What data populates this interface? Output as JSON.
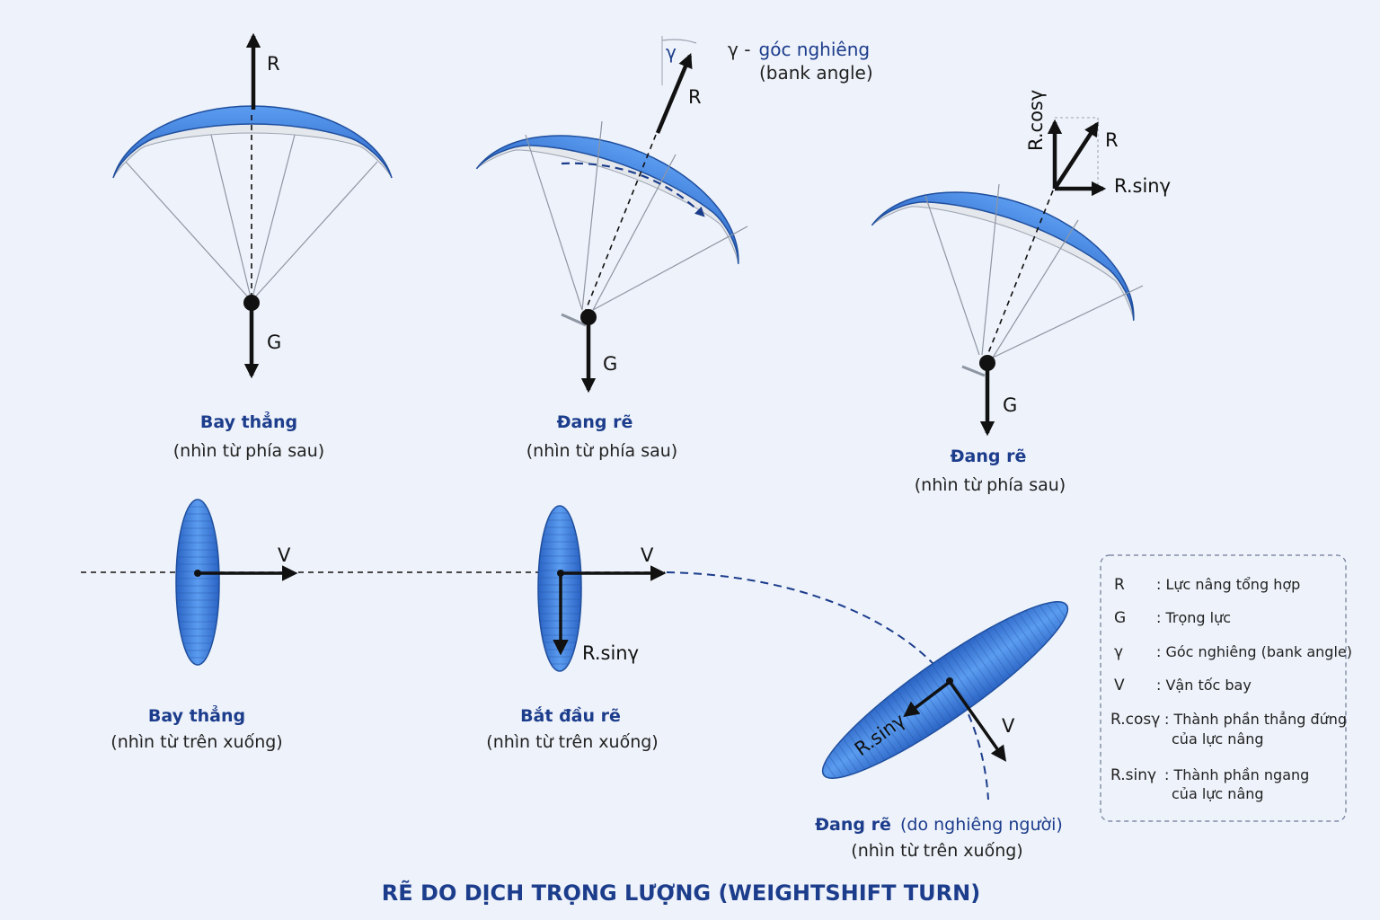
{
  "page": {
    "title": "RẼ DO DỊCH TRỌNG LƯỢNG (WEIGHTSHIFT TURN)"
  },
  "colors": {
    "background": "#eef2fa",
    "wing_blue": "#3a7bd5",
    "wing_dark": "#1f4f9e",
    "accent_navy": "#1c3d8c",
    "arrow": "#111111"
  },
  "labels": {
    "R": "R",
    "G": "G",
    "V": "V",
    "gamma": "γ",
    "r_sin": "R.sinγ",
    "r_cos": "R.cosγ"
  },
  "bank_note": {
    "symbol": "γ -",
    "name": "góc nghiêng",
    "english": "(bank angle)"
  },
  "captions": {
    "rear_1": {
      "title": "Bay thẳng",
      "sub": "(nhìn từ phía sau)"
    },
    "rear_2": {
      "title": "Đang rẽ",
      "sub": "(nhìn từ phía sau)"
    },
    "rear_3": {
      "title": "Đang rẽ",
      "sub": "(nhìn từ phía sau)"
    },
    "top_1": {
      "title": "Bay thẳng",
      "sub": "(nhìn từ trên xuống)"
    },
    "top_2": {
      "title": "Bắt đầu rẽ",
      "sub": "(nhìn từ trên xuống)"
    },
    "top_3": {
      "title": "Đang rẽ",
      "title_extra": "(do nghiêng người)",
      "sub": "(nhìn từ trên xuống)"
    }
  },
  "legend": {
    "items": [
      {
        "key": "R",
        "text": ": Lực nâng tổng hợp"
      },
      {
        "key": "G",
        "text": ": Trọng lực"
      },
      {
        "key": "γ",
        "text": ": Góc nghiêng (bank angle)"
      },
      {
        "key": "V",
        "text": ": Vận tốc bay"
      },
      {
        "key": "R.cosγ",
        "text": ": Thành phần thẳng đứng",
        "text2": "của lực nâng"
      },
      {
        "key": "R.sinγ",
        "text": ": Thành phần ngang",
        "text2": "của lực nâng"
      }
    ]
  }
}
